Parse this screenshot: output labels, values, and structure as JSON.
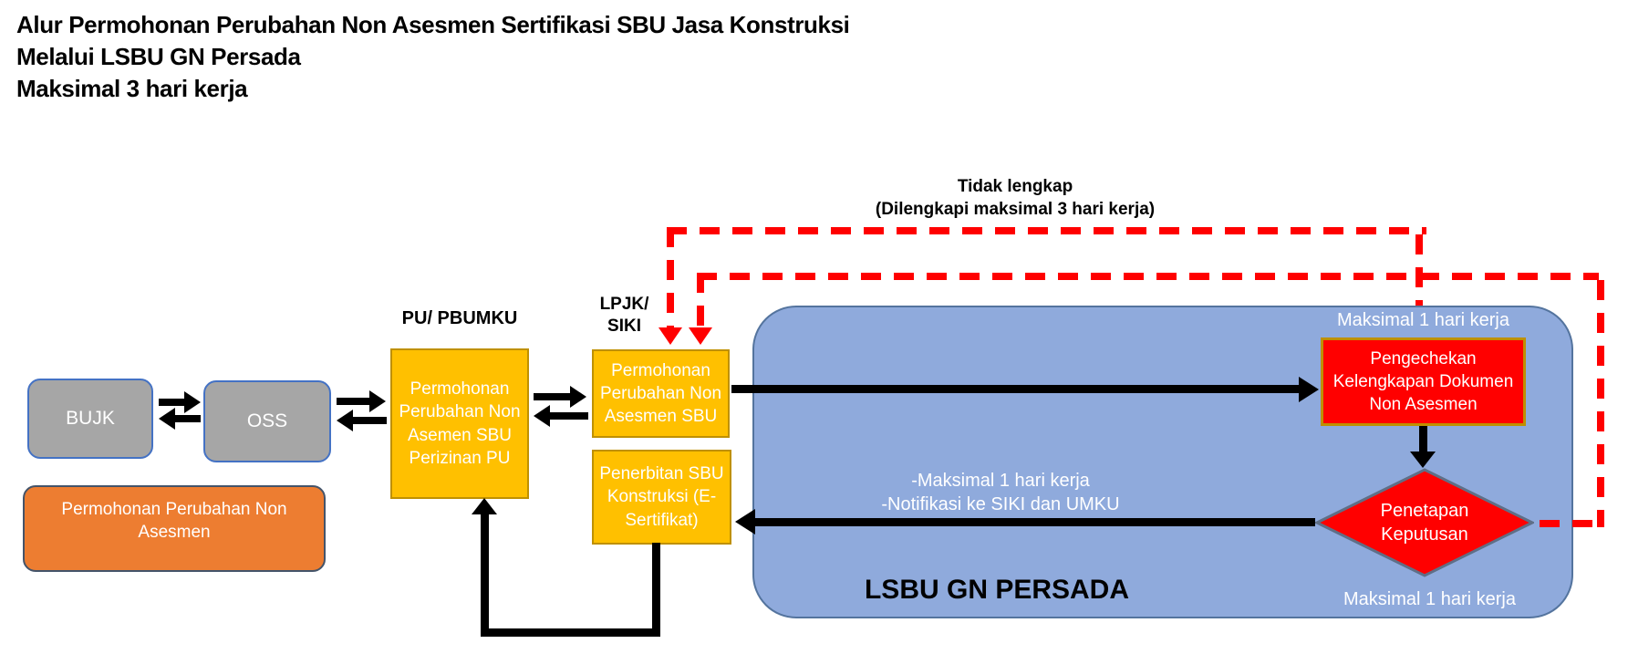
{
  "title": {
    "lines": [
      "Alur Permohonan Perubahan Non Asesmen Sertifikasi SBU Jasa Konstruksi",
      "Melalui LSBU GN Persada",
      "Maksimal 3 hari kerja"
    ]
  },
  "nodes": {
    "bujk": "BUJK",
    "oss": "OSS",
    "permohonan_note": "Permohonan Perubahan Non Asesmen",
    "pu_header": "PU/ PBUMKU",
    "pu_box": "Permohonan Perubahan Non Asemen SBU Perizinan PU",
    "lpjk_header_line1": "LPJK/",
    "lpjk_header_line2": "SIKI",
    "lpjk_box": "Permohonan Perubahan Non Asesmen SBU",
    "penerbitan_box": "Penerbitan SBU Konstruksi (E-Sertifikat)",
    "check_box": "Pengechekan Kelengkapan Dokumen Non Asesmen",
    "decision": "Penetapan Keputusan",
    "lsbu": "LSBU GN PERSADA"
  },
  "annotations": {
    "maksimal_top": "Maksimal 1 hari kerja",
    "maksimal_bottom": "Maksimal 1 hari kerja",
    "notify_line1": "-Maksimal 1 hari kerja",
    "notify_line2": "-Notifikasi ke SIKI dan UMKU",
    "tidak_lengkap_line1": "Tidak lengkap",
    "tidak_lengkap_line2": "(Dilengkapi maksimal 3 hari kerja)"
  },
  "colors": {
    "gray_fill": "#A6A6A6",
    "gray_border": "#4472C4",
    "orange_fill": "#ED7D31",
    "orange_border": "#44546A",
    "yellow_fill": "#FFC000",
    "yellow_border": "#BF9000",
    "blue_fill": "#8FAADC",
    "blue_border": "#54749E",
    "red_fill": "#FF0000",
    "diamond_border": "#5F6F87",
    "arrow_black": "#000000",
    "dashed_red": "#FF0000"
  }
}
